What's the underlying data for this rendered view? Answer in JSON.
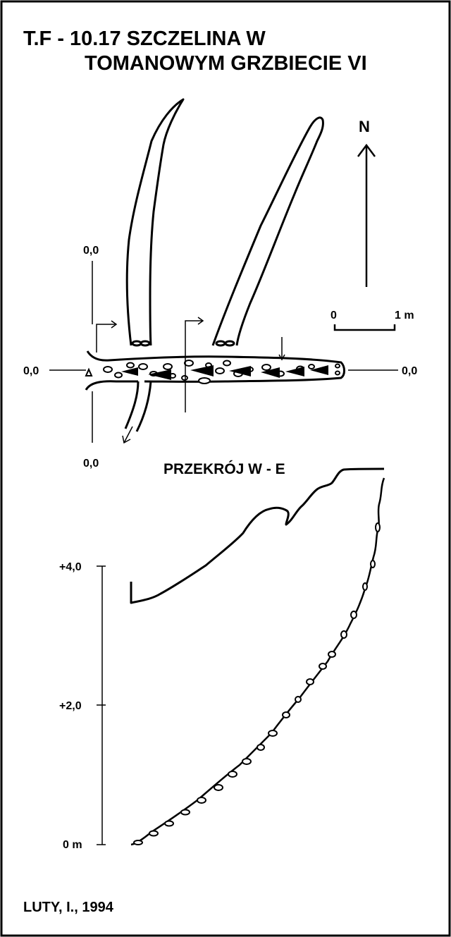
{
  "title": {
    "line1": "T.F - 10.17  SZCZELINA W",
    "line2": "TOMANOWYM GRZBIECIE VI"
  },
  "north": {
    "label": "N"
  },
  "scale": {
    "start": "0",
    "end": "1 m"
  },
  "plan_labels": {
    "top": "0,0",
    "left": "0,0",
    "right": "0,0",
    "bottom": "0,0"
  },
  "section": {
    "title": "PRZEKRÓJ W - E",
    "ticks": [
      "+4,0",
      "+2,0",
      "0 m"
    ]
  },
  "credit": "LUTY, I., 1994",
  "colors": {
    "ink": "#000000",
    "paper": "#ffffff"
  }
}
